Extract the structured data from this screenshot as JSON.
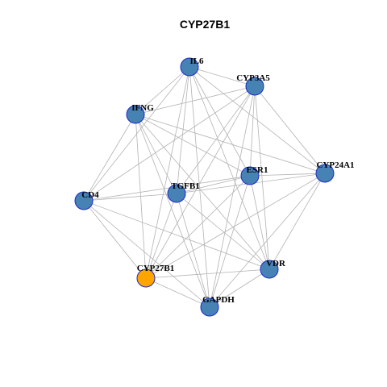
{
  "title": "CYP27B1",
  "colors": {
    "background": "#ffffff",
    "edge": "#b3b3b3",
    "node_default": "#4682b4",
    "node_border": "#1c2ac8",
    "node_highlight": "#ffa500"
  },
  "nodes": [
    {
      "id": "IL6",
      "label": "IL6",
      "highlight": false
    },
    {
      "id": "CYP3A5",
      "label": "CYP3A5",
      "highlight": false
    },
    {
      "id": "IFNG",
      "label": "IFNG",
      "highlight": false
    },
    {
      "id": "ESR1",
      "label": "ESR1",
      "highlight": false
    },
    {
      "id": "CYP24A1",
      "label": "CYP24A1",
      "highlight": false
    },
    {
      "id": "TGFB1",
      "label": "TGFB1",
      "highlight": false
    },
    {
      "id": "CD4",
      "label": "CD4",
      "highlight": false
    },
    {
      "id": "CYP27B1",
      "label": "CYP27B1",
      "highlight": true
    },
    {
      "id": "VDR",
      "label": "VDR",
      "highlight": false
    },
    {
      "id": "GAPDH",
      "label": "GAPDH",
      "highlight": false
    }
  ],
  "edges": [
    [
      "IL6",
      "CYP3A5"
    ],
    [
      "IL6",
      "IFNG"
    ],
    [
      "IL6",
      "ESR1"
    ],
    [
      "IL6",
      "CYP24A1"
    ],
    [
      "IL6",
      "TGFB1"
    ],
    [
      "IL6",
      "CD4"
    ],
    [
      "IL6",
      "CYP27B1"
    ],
    [
      "IL6",
      "VDR"
    ],
    [
      "IL6",
      "GAPDH"
    ],
    [
      "CYP3A5",
      "IFNG"
    ],
    [
      "CYP3A5",
      "ESR1"
    ],
    [
      "CYP3A5",
      "CYP24A1"
    ],
    [
      "CYP3A5",
      "TGFB1"
    ],
    [
      "CYP3A5",
      "CD4"
    ],
    [
      "CYP3A5",
      "CYP27B1"
    ],
    [
      "CYP3A5",
      "VDR"
    ],
    [
      "CYP3A5",
      "GAPDH"
    ],
    [
      "IFNG",
      "ESR1"
    ],
    [
      "IFNG",
      "CYP24A1"
    ],
    [
      "IFNG",
      "TGFB1"
    ],
    [
      "IFNG",
      "CD4"
    ],
    [
      "IFNG",
      "CYP27B1"
    ],
    [
      "IFNG",
      "VDR"
    ],
    [
      "IFNG",
      "GAPDH"
    ],
    [
      "ESR1",
      "CYP24A1"
    ],
    [
      "ESR1",
      "TGFB1"
    ],
    [
      "ESR1",
      "CD4"
    ],
    [
      "ESR1",
      "CYP27B1"
    ],
    [
      "ESR1",
      "VDR"
    ],
    [
      "ESR1",
      "GAPDH"
    ],
    [
      "CYP24A1",
      "TGFB1"
    ],
    [
      "CYP24A1",
      "CYP27B1"
    ],
    [
      "CYP24A1",
      "VDR"
    ],
    [
      "CYP24A1",
      "GAPDH"
    ],
    [
      "TGFB1",
      "CD4"
    ],
    [
      "TGFB1",
      "CYP27B1"
    ],
    [
      "TGFB1",
      "VDR"
    ],
    [
      "TGFB1",
      "GAPDH"
    ],
    [
      "CD4",
      "CYP27B1"
    ],
    [
      "CD4",
      "VDR"
    ],
    [
      "CD4",
      "GAPDH"
    ],
    [
      "CYP27B1",
      "VDR"
    ],
    [
      "CYP27B1",
      "GAPDH"
    ],
    [
      "VDR",
      "GAPDH"
    ]
  ]
}
